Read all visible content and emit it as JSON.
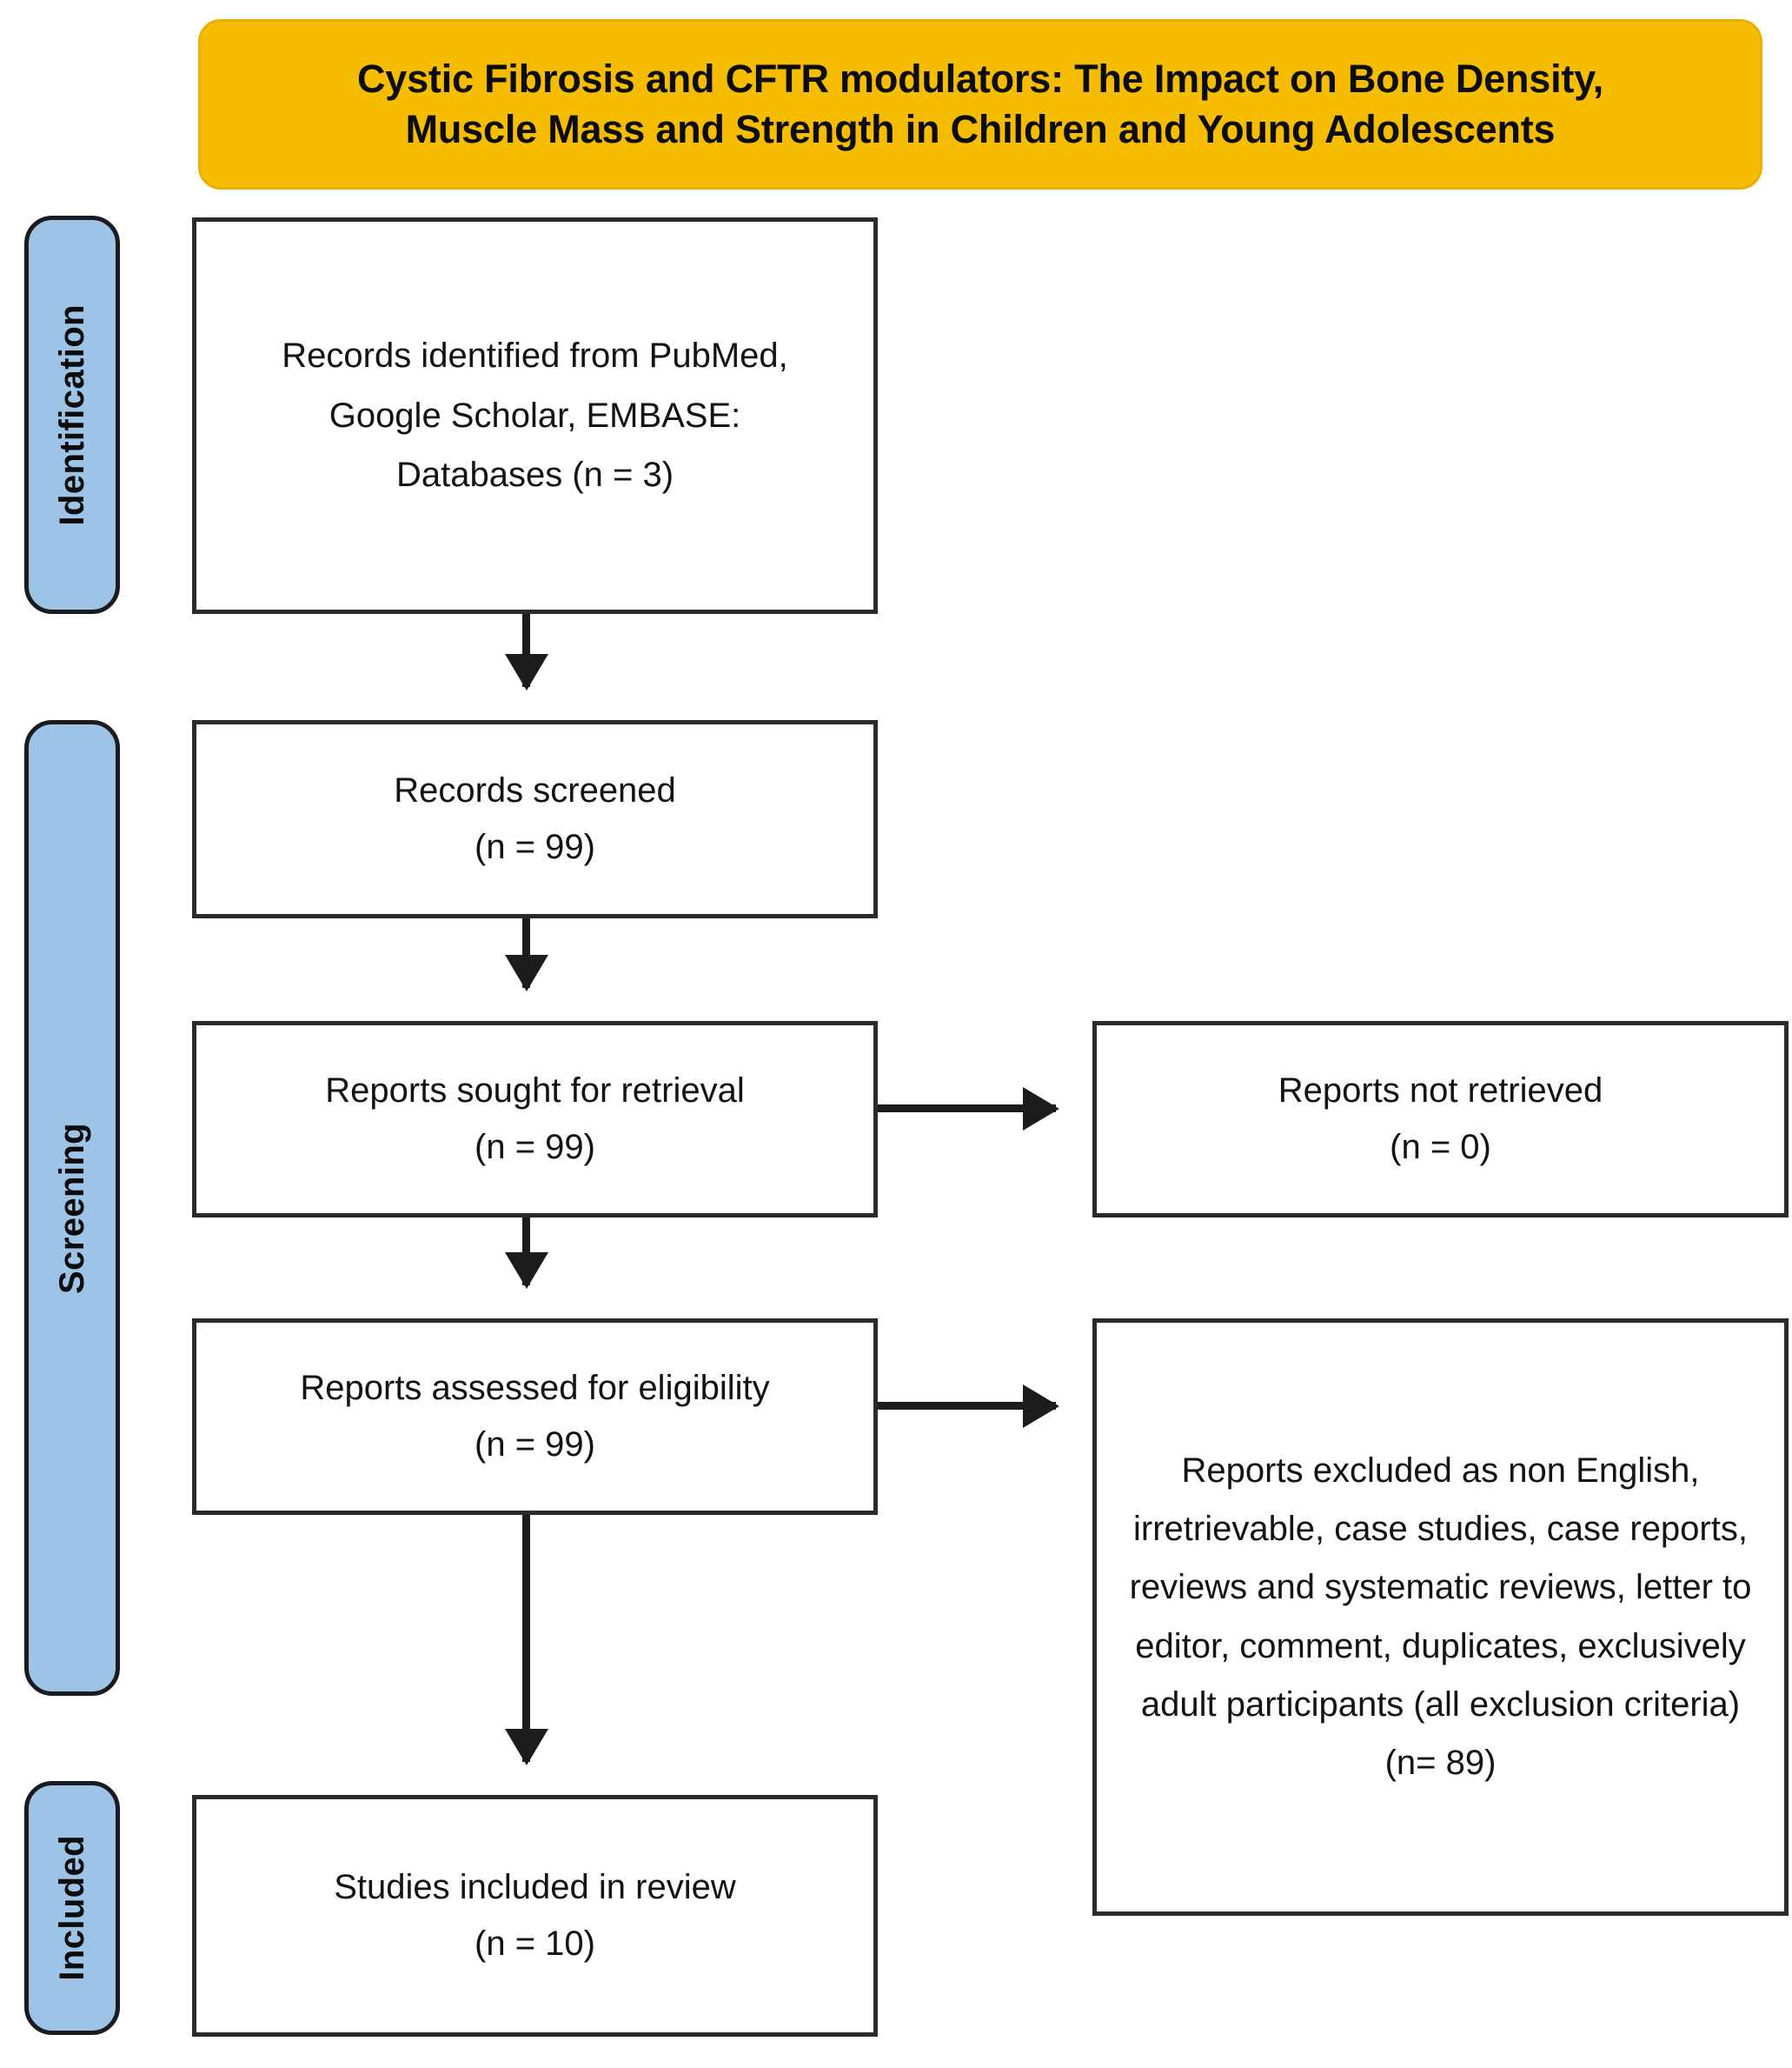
{
  "title": {
    "line1": "Cystic Fibrosis and CFTR modulators: The Impact on Bone Density,",
    "line2": "Muscle Mass and Strength in Children and Young Adolescents"
  },
  "stages": [
    {
      "id": "identification",
      "label": "Identification"
    },
    {
      "id": "screening",
      "label": "Screening"
    },
    {
      "id": "included",
      "label": "Included"
    }
  ],
  "boxes": {
    "identified": {
      "line1": "Records identified from PubMed,",
      "line2": "Google Scholar, EMBASE:",
      "line3": "Databases (n = 3)"
    },
    "screened": {
      "line1": "Records screened",
      "line2": "(n = 99)"
    },
    "sought": {
      "line1": "Reports sought for retrieval",
      "line2": "(n = 99)"
    },
    "not_retrieved": {
      "line1": "Reports not retrieved",
      "line2": "(n = 0)"
    },
    "assessed": {
      "line1": "Reports assessed for eligibility",
      "line2": "(n = 99)"
    },
    "excluded": {
      "body": "Reports excluded as non English, irretrievable, case studies, case reports, reviews and systematic reviews, letter to editor, comment, duplicates, exclusively adult participants (all exclusion criteria)",
      "count": "(n= 89)"
    },
    "included": {
      "line1": "Studies included in review",
      "line2": "(n = 10)"
    }
  },
  "colors": {
    "banner": "#F5BC00",
    "stage_label": "#9DC3E6",
    "box_border": "#2b2b2f",
    "arrow": "#1c1c1c",
    "text": "#131313"
  },
  "chart_data": {
    "type": "diagram",
    "diagram_type": "PRISMA flow diagram",
    "title": "Cystic Fibrosis and CFTR modulators: The Impact on Bone Density, Muscle Mass and Strength in Children and Young Adolescents",
    "stages": [
      "Identification",
      "Screening",
      "Included"
    ],
    "nodes": [
      {
        "id": "identified",
        "stage": "Identification",
        "label": "Records identified from PubMed, Google Scholar, EMBASE: Databases",
        "n": 3
      },
      {
        "id": "screened",
        "stage": "Screening",
        "label": "Records screened",
        "n": 99
      },
      {
        "id": "sought",
        "stage": "Screening",
        "label": "Reports sought for retrieval",
        "n": 99
      },
      {
        "id": "not_retrieved",
        "stage": "Screening",
        "label": "Reports not retrieved",
        "n": 0
      },
      {
        "id": "assessed",
        "stage": "Screening",
        "label": "Reports assessed for eligibility",
        "n": 99
      },
      {
        "id": "excluded",
        "stage": "Screening",
        "label": "Reports excluded as non English, irretrievable, case studies, case reports, reviews and systematic reviews, letter to editor, comment, duplicates, exclusively adult participants (all exclusion criteria)",
        "n": 89
      },
      {
        "id": "included",
        "stage": "Included",
        "label": "Studies included in review",
        "n": 10
      }
    ],
    "edges": [
      {
        "from": "identified",
        "to": "screened",
        "direction": "down"
      },
      {
        "from": "screened",
        "to": "sought",
        "direction": "down"
      },
      {
        "from": "sought",
        "to": "not_retrieved",
        "direction": "right"
      },
      {
        "from": "sought",
        "to": "assessed",
        "direction": "down"
      },
      {
        "from": "assessed",
        "to": "excluded",
        "direction": "right"
      },
      {
        "from": "assessed",
        "to": "included",
        "direction": "down"
      }
    ]
  }
}
